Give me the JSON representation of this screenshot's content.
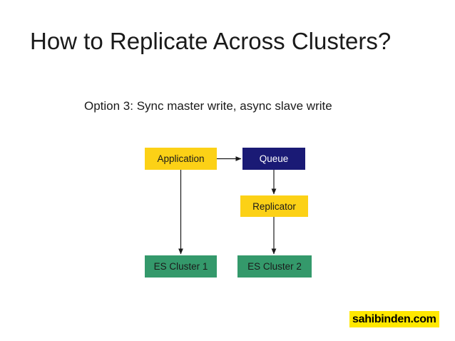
{
  "slide": {
    "title": "How to Replicate Across Clusters?",
    "subtitle": "Option 3: Sync master write, async slave write",
    "background_color": "#ffffff"
  },
  "diagram": {
    "type": "flowchart",
    "nodes": [
      {
        "id": "application",
        "label": "Application",
        "fill": "#fcd116",
        "text_color": "#1a1a1a"
      },
      {
        "id": "queue",
        "label": "Queue",
        "fill": "#1a1a75",
        "text_color": "#ffffff"
      },
      {
        "id": "replicator",
        "label": "Replicator",
        "fill": "#fcd116",
        "text_color": "#1a1a1a"
      },
      {
        "id": "es_cluster_1",
        "label": "ES Cluster 1",
        "fill": "#34996b",
        "text_color": "#1a1a1a"
      },
      {
        "id": "es_cluster_2",
        "label": "ES Cluster 2",
        "fill": "#34996b",
        "text_color": "#1a1a1a"
      }
    ],
    "edges": [
      {
        "from": "application",
        "to": "queue",
        "direction": "horizontal"
      },
      {
        "from": "application",
        "to": "es_cluster_1",
        "direction": "vertical"
      },
      {
        "from": "queue",
        "to": "replicator",
        "direction": "vertical"
      },
      {
        "from": "replicator",
        "to": "es_cluster_2",
        "direction": "vertical"
      }
    ],
    "edge_color": "#1a1a1a"
  },
  "branding": {
    "logo_text": "sahibinden.com",
    "logo_background": "#ffe800",
    "logo_text_color": "#000000"
  }
}
